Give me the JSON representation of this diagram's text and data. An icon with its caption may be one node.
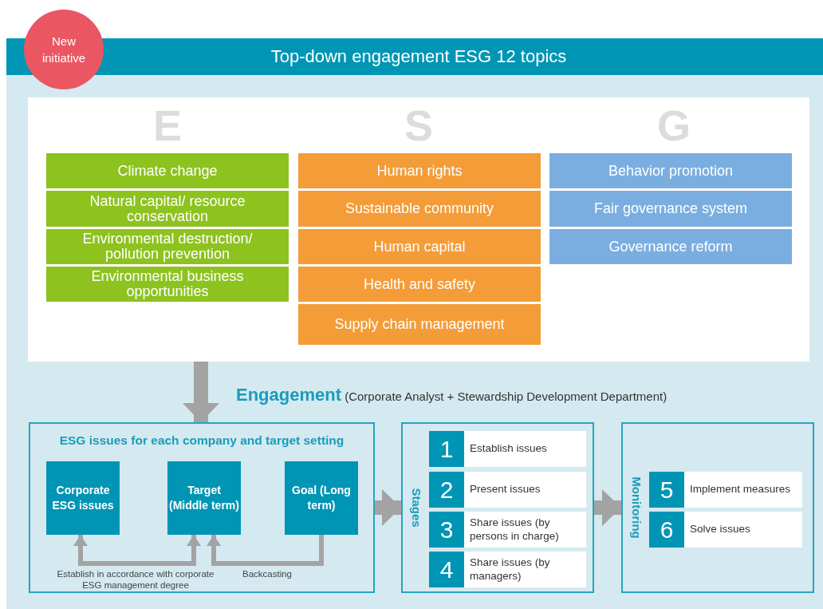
{
  "diagram": {
    "title": "Top-down engagement ESG 12 topics",
    "nodes": [
      {
        "text": [
          "New initiative"
        ]
      },
      {
        "text": [],
        "shape": "box"
      },
      {
        "text": [
          "Climate change"
        ],
        "in": 1
      },
      {
        "text": [
          "Natural capital/ resource conservation"
        ],
        "in": 1
      },
      {
        "text": [
          "Environmental destruction/ pollution prevention"
        ],
        "in": 1
      },
      {
        "text": [
          "Environmental business opportunities"
        ],
        "in": 1
      },
      {
        "text": [
          "Human rights"
        ],
        "in": 1
      },
      {
        "text": [
          "Sustainable community"
        ],
        "in": 1
      },
      {
        "text": [
          "Human capital"
        ],
        "in": 1
      },
      {
        "text": [
          "Health and safety"
        ],
        "in": 1
      },
      {
        "text": [
          "Supply chain management"
        ],
        "in": 1
      },
      {
        "text": [
          "Behavior promotion"
        ],
        "in": 1
      },
      {
        "text": [
          "Fair governance system"
        ],
        "in": 1
      },
      {
        "text": [
          "Governance reform"
        ],
        "in": 1
      },
      {
        "text": [
          "ESG issues for each company and target setting"
        ]
      },
      {
        "text": [
          "Corporate ESG issues"
        ],
        "in": 14
      },
      {
        "text": [
          "Target (Middle term)"
        ],
        "in": 14
      },
      {
        "text": [
          "Goal (Long term)"
        ],
        "in": 14
      },
      {
        "text": [
          "Stages"
        ]
      },
      {
        "text": [
          "1",
          "Establish issues"
        ],
        "in": 18
      },
      {
        "text": [
          "2",
          "Present issues"
        ],
        "in": 18
      },
      {
        "text": [
          "3",
          "Share issues (by persons in charge)"
        ],
        "in": 18
      },
      {
        "text": [
          "4",
          "Share issues (by managers)"
        ],
        "in": 18
      },
      {
        "text": [
          "Monitoring"
        ]
      },
      {
        "text": [
          "5",
          "Implement measures"
        ],
        "in": 23
      },
      {
        "text": [
          "6",
          "Solve issues"
        ],
        "in": 23
      }
    ],
    "edges": [
      {
        "from": 1,
        "to": 14,
        "arrow": "to"
      },
      {
        "from": 15,
        "to": 16,
        "arrow": "both",
        "label": "Establish in accordance with corporate ESG management degree"
      },
      {
        "from": 17,
        "to": 16,
        "arrow": "to",
        "label": "Backcasting"
      },
      {
        "from": 14,
        "to": 18,
        "arrow": "to"
      },
      {
        "from": 18,
        "to": 23,
        "arrow": "to"
      }
    ],
    "labels": [
      "E",
      "S",
      "G",
      "**Engagement** (Corporate Analyst + Stewardship Development Department)"
    ]
  }
}
